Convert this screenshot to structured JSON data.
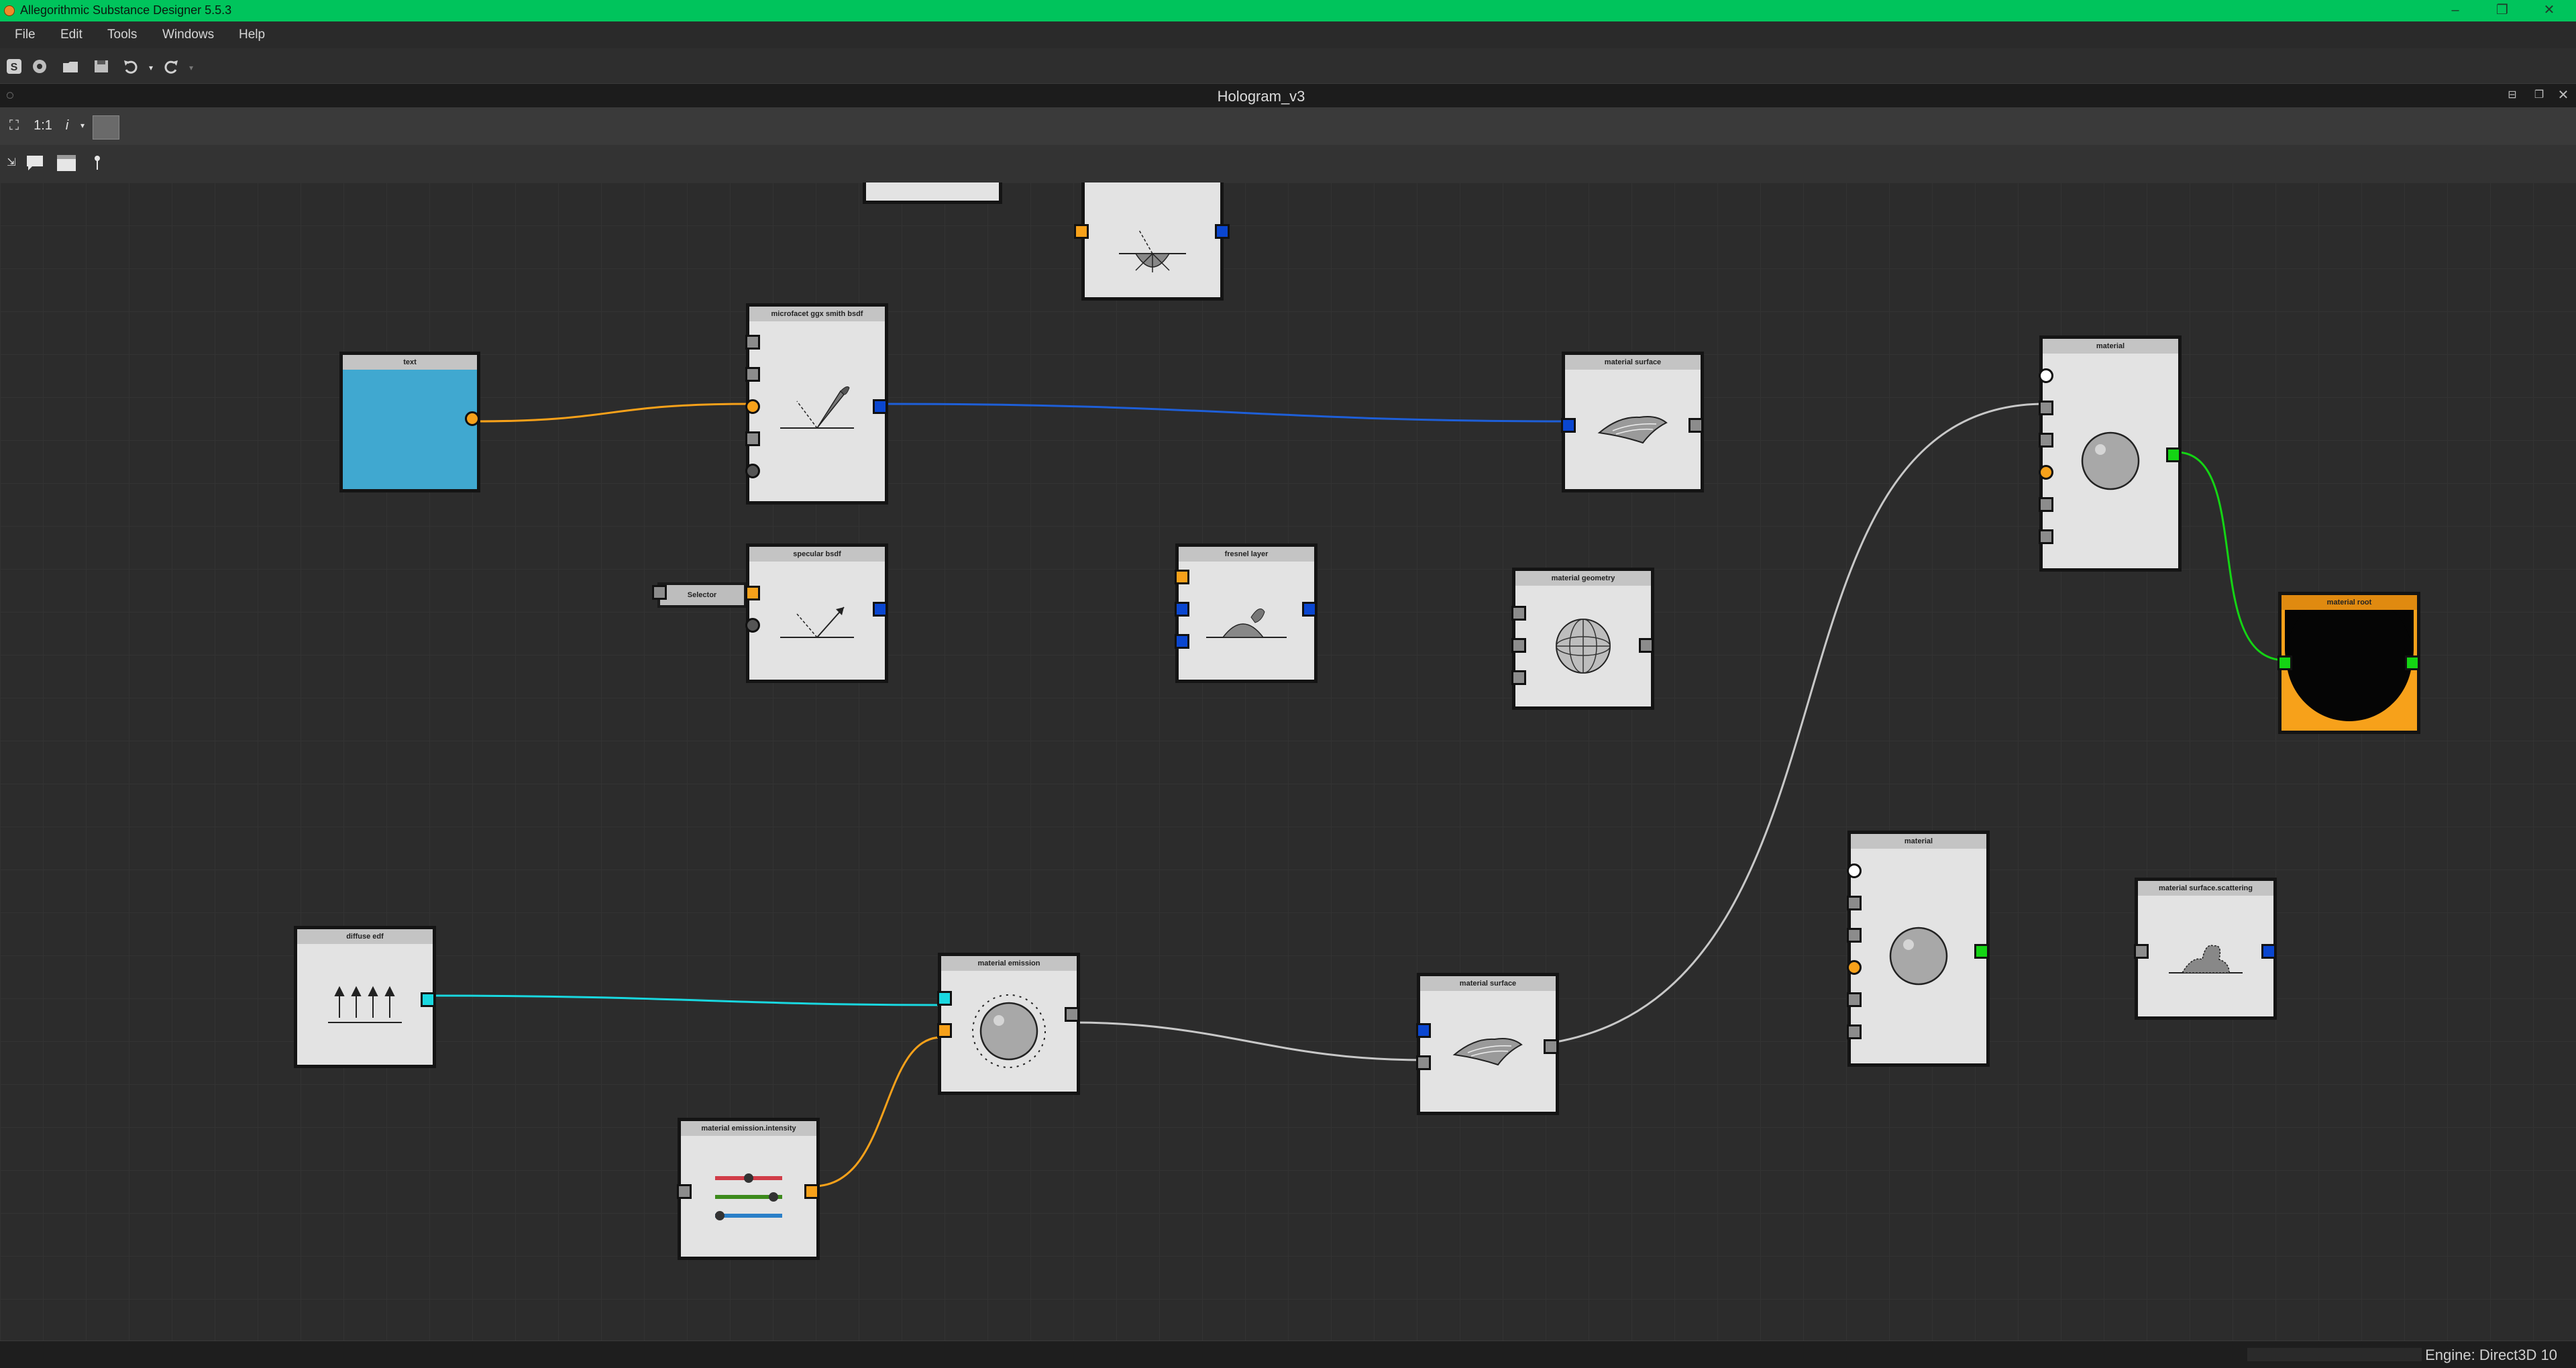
{
  "app": {
    "title": "Allegorithmic Substance Designer 5.5.3",
    "accent_color": "#00c45c"
  },
  "window_controls": [
    "minimize-icon",
    "restore-icon",
    "close-icon"
  ],
  "menu": [
    "File",
    "Edit",
    "Tools",
    "Windows",
    "Help"
  ],
  "toolbar": {
    "icons": [
      "substance-logo-icon",
      "new-package-icon",
      "open-package-icon",
      "save-package-icon",
      "undo-icon",
      "redo-icon"
    ]
  },
  "document": {
    "title": "Hologram_v3"
  },
  "graph_toolbar": {
    "zoom_label": "1:1",
    "info_label": "i"
  },
  "nodes": {
    "partial_top": {
      "label": ""
    },
    "text": {
      "label": "text"
    },
    "microfacet": {
      "label": "microfacet ggx smith bsdf"
    },
    "specular": {
      "label": "specular bsdf"
    },
    "selector": {
      "label": "Selector"
    },
    "fresnel": {
      "label": "fresnel layer"
    },
    "surface_top": {
      "label": "material surface"
    },
    "geometry": {
      "label": "material geometry"
    },
    "material_top": {
      "label": "material"
    },
    "root": {
      "label": "material root"
    },
    "diffuse": {
      "label": "diffuse edf"
    },
    "emission": {
      "label": "material emission"
    },
    "intensity": {
      "label": "material emission.intensity"
    },
    "surface_bottom": {
      "label": "material surface"
    },
    "material_bottom": {
      "label": "material"
    },
    "scattering": {
      "label": "material surface.scattering"
    }
  },
  "wire_colors": {
    "orange": "#f7a11a",
    "blue": "#1e5fd8",
    "cyan": "#19d8e0",
    "white": "#c8c8c8",
    "green": "#14d414"
  },
  "status": {
    "engine": "Engine: Direct3D 10"
  }
}
